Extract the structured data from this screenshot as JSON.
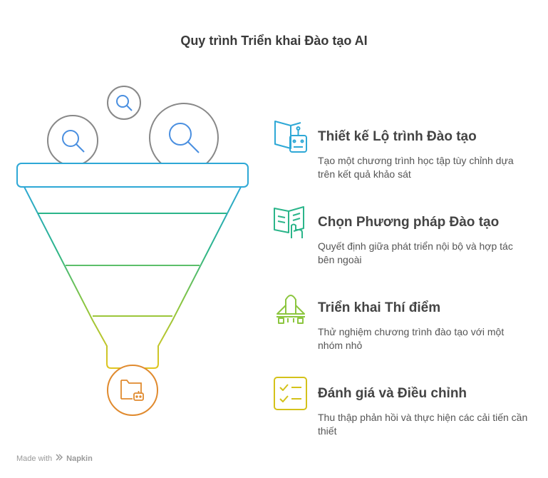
{
  "title": "Quy trình Triển khai Đào tạo AI",
  "steps": [
    {
      "title": "Thiết kế Lộ trình Đào tạo",
      "desc": "Tạo một chương trình học tập tùy chỉnh dựa trên kết quả khảo sát",
      "icon": "book-robot-icon",
      "color": "#2ea8d6"
    },
    {
      "title": "Chọn Phương pháp Đào tạo",
      "desc": "Quyết định giữa phát triển nội bộ và hợp tác bên ngoài",
      "icon": "open-book-hand-icon",
      "color": "#2bb58a"
    },
    {
      "title": "Triển khai Thí điểm",
      "desc": "Thử nghiệm chương trình đào tạo với một nhóm nhỏ",
      "icon": "rocket-launch-icon",
      "color": "#8cc63f"
    },
    {
      "title": "Đánh giá và Điều chỉnh",
      "desc": "Thu thập phản hồi và thực hiện các cải tiến cần thiết",
      "icon": "checklist-icon",
      "color": "#d4c21a"
    }
  ],
  "funnel_colors": {
    "top": "#2ea8d6",
    "mid1": "#2bb58a",
    "mid2": "#8cc63f",
    "bottom": "#e0c520",
    "output": "#e08a2e"
  },
  "footer": {
    "made_with": "Made with",
    "brand": "Napkin"
  }
}
